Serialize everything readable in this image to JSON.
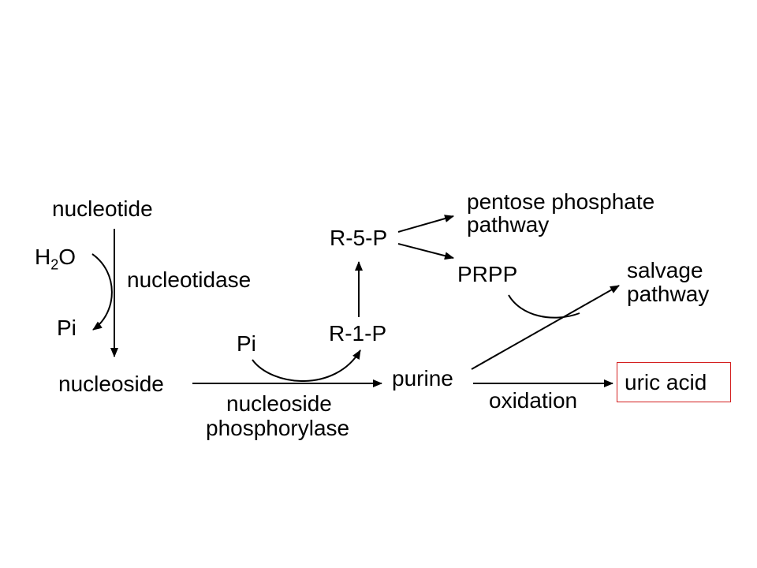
{
  "labels": {
    "nucleotide": "nucleotide",
    "water_main": "H",
    "water_sub": "2",
    "water_end": "O",
    "pi_left": "Pi",
    "nucleotidase": "nucleotidase",
    "nucleoside": "nucleoside",
    "pi_middle": "Pi",
    "r1p": "R-1-P",
    "r5p": "R-5-P",
    "pentose_line1": "pentose phosphate",
    "pentose_line2": "pathway",
    "prpp": "PRPP",
    "salvage_line1": "salvage",
    "salvage_line2": "pathway",
    "purine": "purine",
    "uric_acid": "uric acid",
    "nucleoside_phosphorylase_line1": "nucleoside",
    "nucleoside_phosphorylase_line2": "phosphorylase",
    "oxidation": "oxidation"
  },
  "colors": {
    "text": "#000000",
    "arrow": "#000000",
    "highlight_box": "#d42020",
    "background": "#ffffff"
  }
}
